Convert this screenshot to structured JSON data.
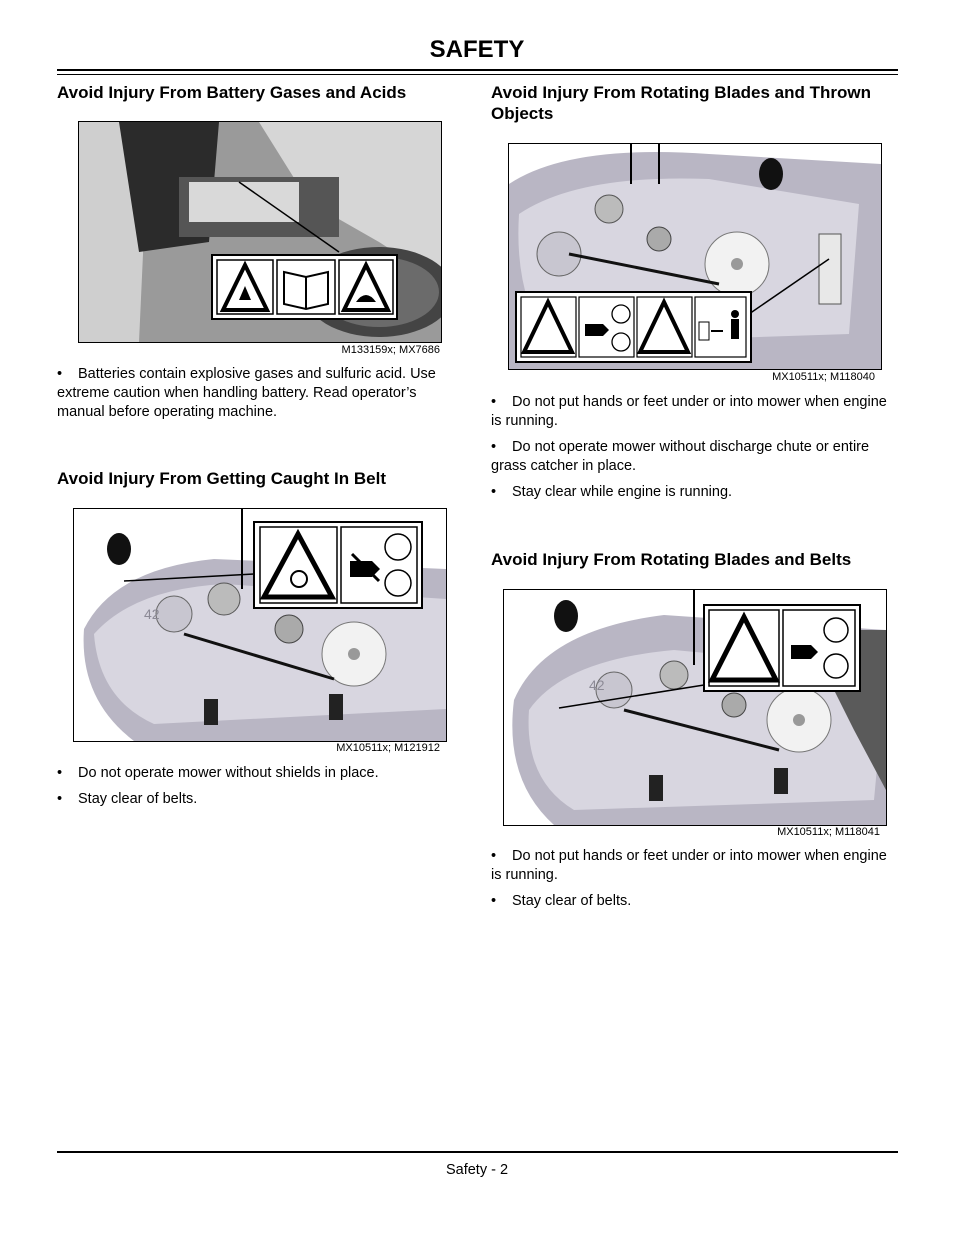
{
  "header": {
    "title": "SAFETY"
  },
  "footer": {
    "page_label": "Safety - 2"
  },
  "left": {
    "section1": {
      "heading": "Avoid Injury From Battery Gases and Acids",
      "caption": "M133159x; MX7686",
      "bullets": [
        "Batteries contain explosive gases and sulfuric acid. Use extreme caution when handling battery. Read operator’s manual before operating machine."
      ]
    },
    "section2": {
      "heading": "Avoid Injury From Getting Caught In Belt",
      "caption": "MX10511x; M121912",
      "bullets": [
        "Do not operate mower without shields in place.",
        "Stay clear of belts."
      ]
    }
  },
  "right": {
    "section1": {
      "heading": "Avoid Injury From Rotating Blades and Thrown Objects",
      "caption": "MX10511x; M118040",
      "bullets": [
        "Do not put hands or feet under or into mower when engine is running.",
        "Do not operate mower without discharge chute or entire grass catcher in place.",
        "Stay clear while engine is running."
      ]
    },
    "section2": {
      "heading": "Avoid Injury From Rotating Blades and Belts",
      "caption": "MX10511x; M118041",
      "bullets": [
        "Do not put hands or feet under or into mower when engine is running.",
        "Stay clear of belts."
      ]
    }
  },
  "figures": {
    "deck_number": "42"
  }
}
